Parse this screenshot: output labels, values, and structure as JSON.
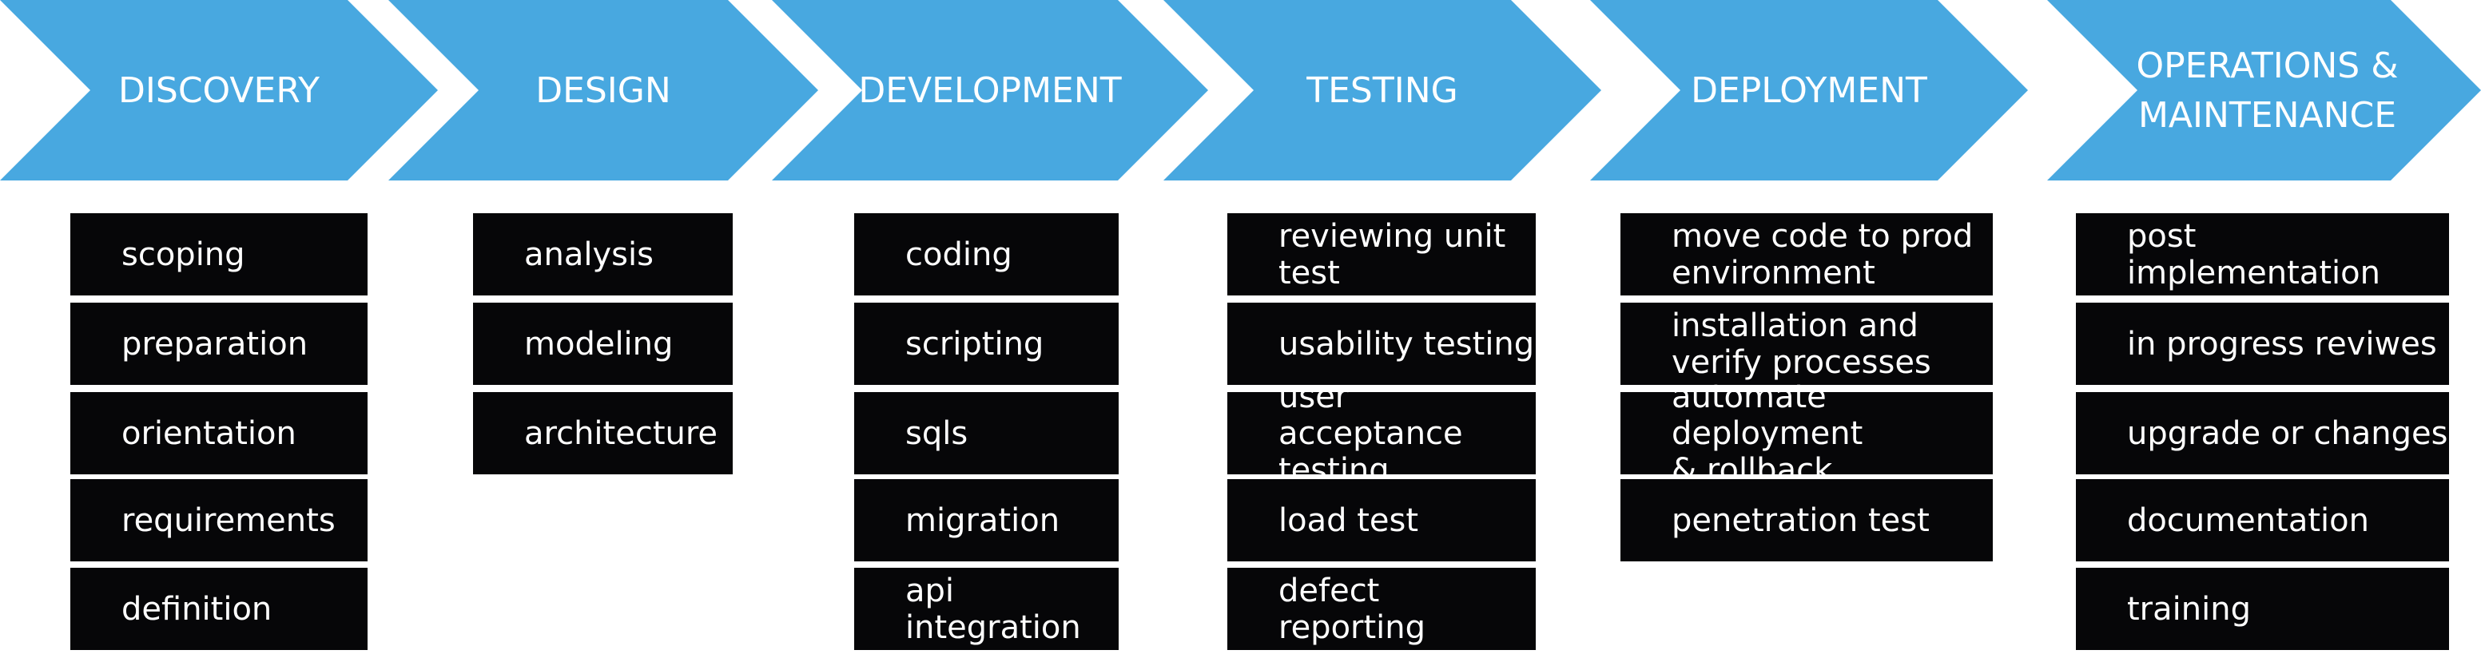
{
  "colors": {
    "arrow": "#48a8e0",
    "box": "#060608",
    "text": "#ffffff"
  },
  "stages": [
    {
      "title": [
        "DISCOVERY"
      ],
      "tasks": [
        "scoping",
        "preparation",
        "orientation",
        "requirements",
        "definition"
      ]
    },
    {
      "title": [
        "DESIGN"
      ],
      "tasks": [
        "analysis",
        "modeling",
        "architecture"
      ]
    },
    {
      "title": [
        "DEVELOPMENT"
      ],
      "tasks": [
        "coding",
        "scripting",
        "sqls",
        "migration",
        "api integration"
      ]
    },
    {
      "title": [
        "TESTING"
      ],
      "tasks": [
        "reviewing unit test",
        "usability testing",
        "user acceptance\ntesting",
        "load test",
        "defect reporting"
      ]
    },
    {
      "title": [
        "DEPLOYMENT"
      ],
      "tasks": [
        "move code to prod\nenvironment",
        "installation and\nverify processes",
        "automate deployment\n& rollback",
        "penetration test"
      ]
    },
    {
      "title": [
        "OPERATIONS &",
        "MAINTENANCE"
      ],
      "tasks": [
        "post implementation",
        "in progress reviwes",
        "upgrade or changes",
        "documentation",
        "training"
      ]
    }
  ]
}
